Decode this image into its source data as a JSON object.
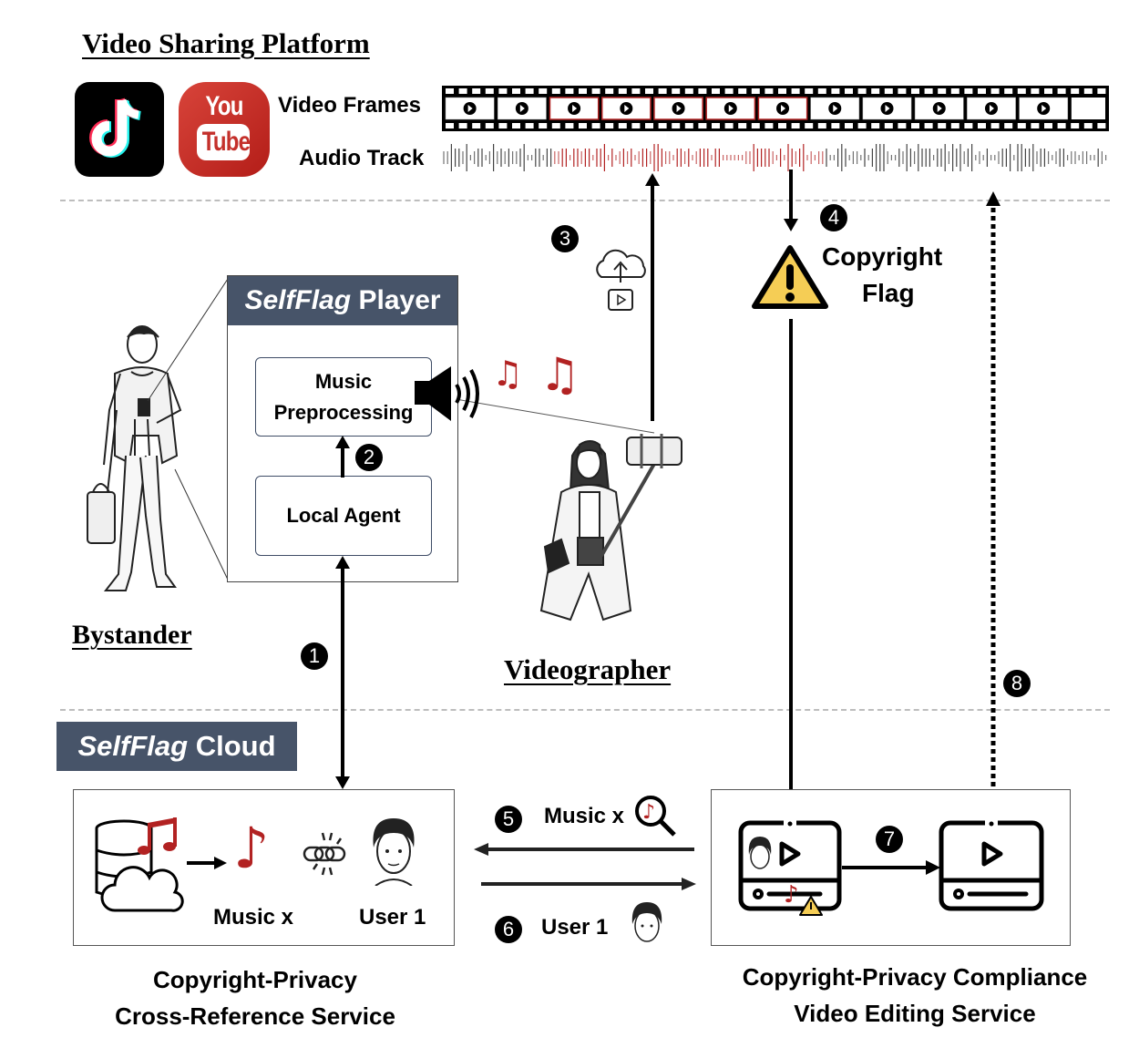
{
  "platform": {
    "title": "Video Sharing Platform",
    "apps": [
      {
        "name": "TikTok",
        "icon": "tiktok-logo"
      },
      {
        "name": "YouTube",
        "icon": "youtube-logo",
        "text_top": "You",
        "text_bottom": "Tube"
      }
    ],
    "video_frames_label": "Video Frames",
    "audio_track_label": "Audio Track",
    "frame_count": 12,
    "highlighted_frames": [
      3,
      4,
      5,
      6,
      7
    ],
    "highlight_color": "#b22222"
  },
  "actors": {
    "bystander_label": "Bystander",
    "videographer_label": "Videographer"
  },
  "player": {
    "title_italic": "SelfFlag",
    "title_rest": " Player",
    "music_preprocessing_line1": "Music",
    "music_preprocessing_line2": "Preprocessing",
    "local_agent": "Local Agent"
  },
  "flag": {
    "line1": "Copyright",
    "line2": "Flag"
  },
  "cloud": {
    "title_italic": "SelfFlag",
    "title_rest": " Cloud",
    "music_label": "Music x",
    "user_label": "User 1",
    "service_line1": "Copyright-Privacy",
    "service_line2": "Cross-Reference Service"
  },
  "exchange": {
    "step5_label": "Music x",
    "step6_label": "User 1"
  },
  "editing": {
    "service_line1": "Copyright-Privacy Compliance",
    "service_line2": "Video Editing Service"
  },
  "steps": [
    "1",
    "2",
    "3",
    "4",
    "5",
    "6",
    "7",
    "8"
  ],
  "colors": {
    "header_bg": "#475469",
    "accent_red": "#b22222",
    "warning_yellow": "#f5cd55"
  }
}
